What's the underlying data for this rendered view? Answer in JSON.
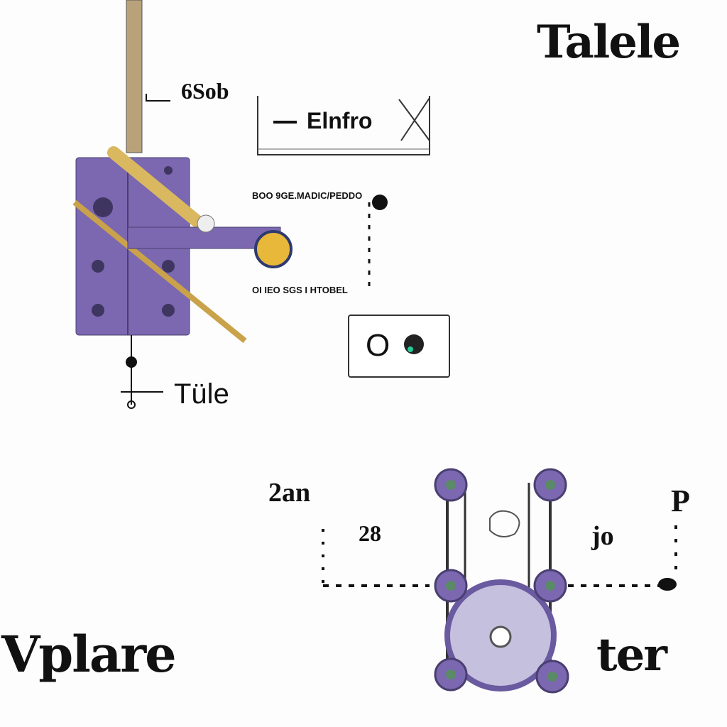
{
  "labels": {
    "title_top": "Talele",
    "label_top_left": "6Sob",
    "box_label": "Elnfro",
    "callout_top": "BOO 9GE.MADIC/PEDDO",
    "callout_bottom": "OI IEO SGS I HTOBEL",
    "button_label": "O",
    "label_tule": "Tüle",
    "label_2an": "2an",
    "label_28": "28",
    "label_jo": "jo",
    "label_p": "P",
    "title_bottom_left": "Vplare",
    "title_bottom_right": "ter"
  },
  "colors": {
    "purple": "#7b68b0",
    "gold": "#c9a24a",
    "ink": "#111111"
  }
}
